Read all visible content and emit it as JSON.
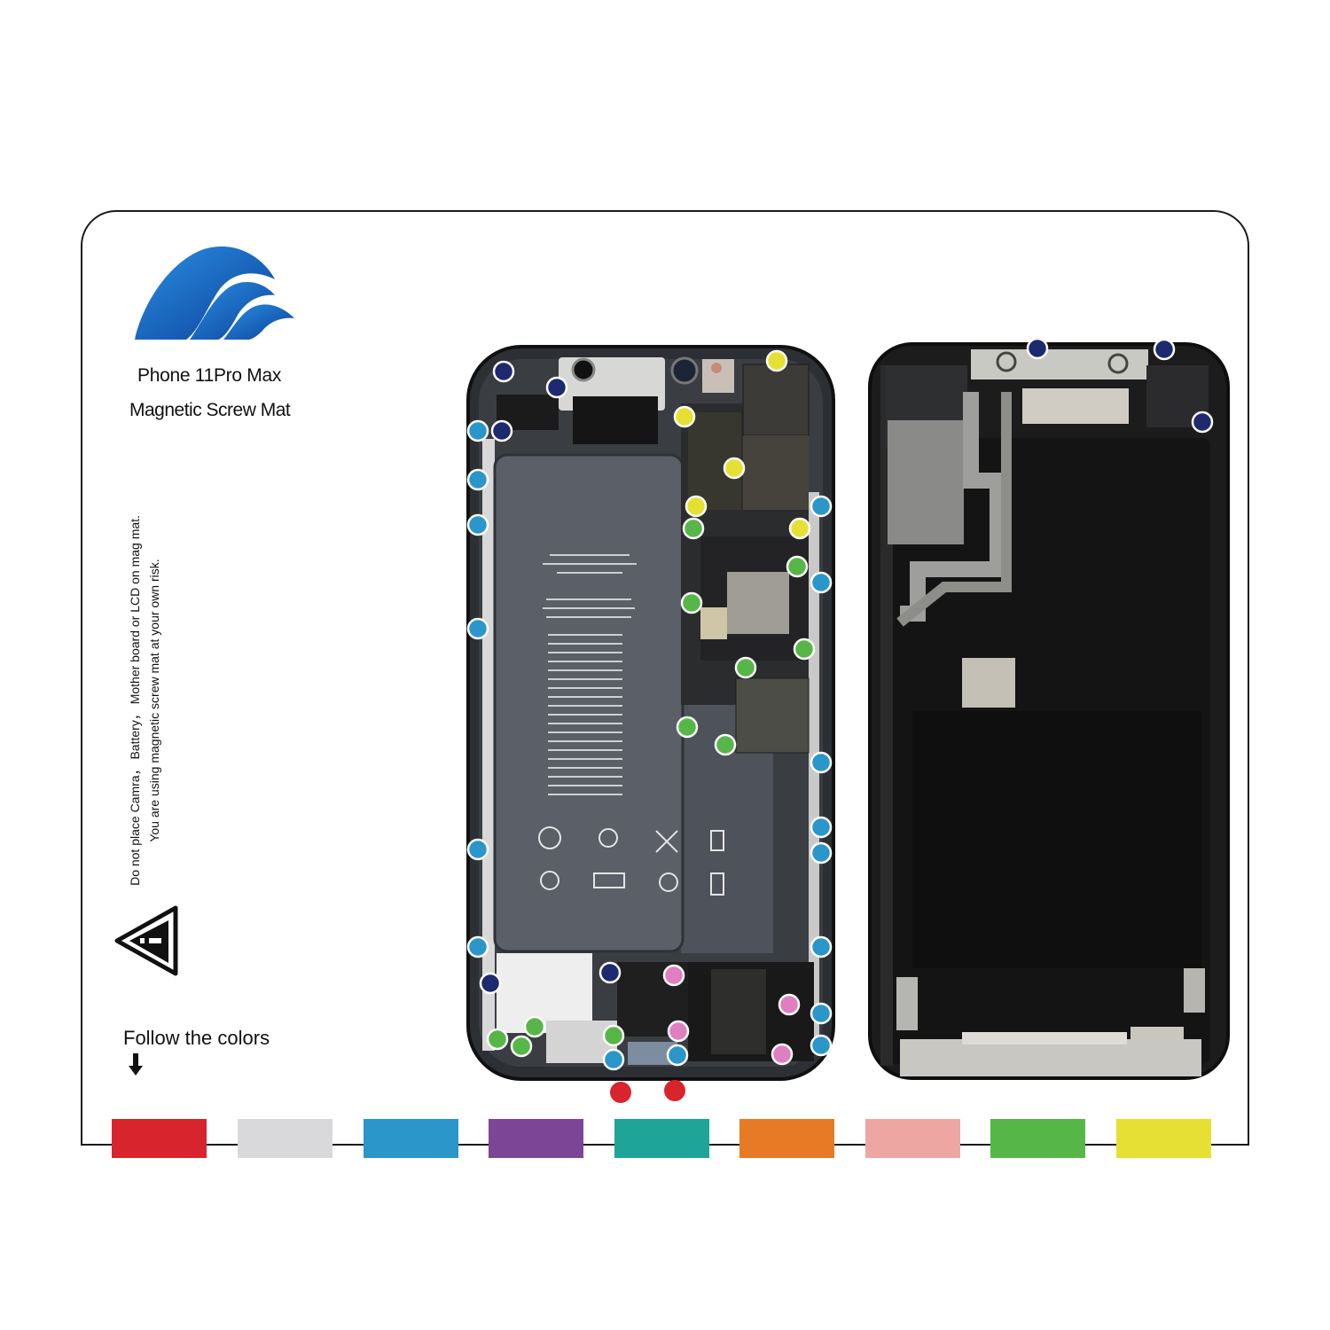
{
  "header": {
    "product": "Phone 11Pro Max",
    "subtitle": "Magnetic Screw Mat"
  },
  "warning": {
    "line1": "Do not place Camra， Battery， Mother board or LCD on mag mat.",
    "line2": "You are using magnetic screw mat at your own risk."
  },
  "legend": {
    "follow_label": "Follow the colors",
    "colors": [
      "#d8242c",
      "#d9d9db",
      "#2a96c9",
      "#7c4596",
      "#1ea597",
      "#e67a25",
      "#eea6a3",
      "#57b648",
      "#e6e034"
    ]
  },
  "icons": {
    "logo": "brand-wave-logo",
    "warning": "warning-triangle-icon",
    "arrow": "down-arrow-icon"
  }
}
